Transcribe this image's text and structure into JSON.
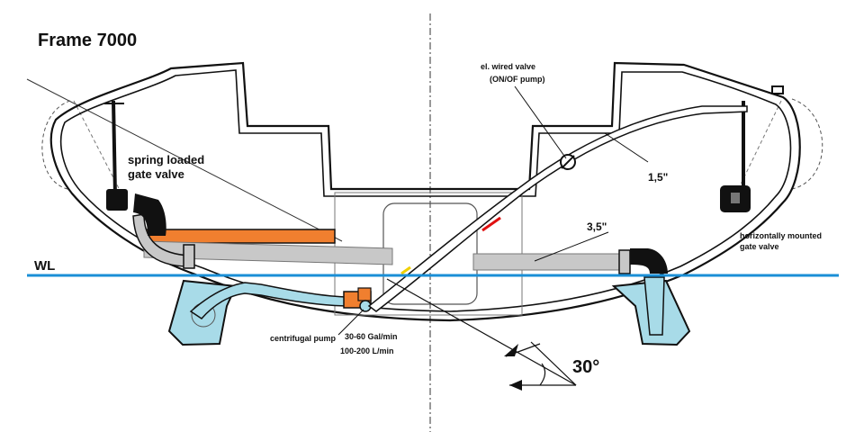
{
  "title": "Frame 7000",
  "labels": {
    "spring_valve_1": "spring loaded",
    "spring_valve_2": "gate valve",
    "el_valve_1": "el. wired valve",
    "el_valve_2": "(ON/OF pump)",
    "pipe_small": "1,5\"",
    "pipe_large": "3,5\"",
    "horiz_valve_1": "horizontally mounted",
    "horiz_valve_2": "gate valve",
    "waterline": "WL",
    "pump": "centrifugal pump",
    "flow_gal": "30-60  Gal/min",
    "flow_l": "100-200  L/min",
    "heel_angle": "30°"
  },
  "colors": {
    "hull": "#111111",
    "water": "#1a8fd6",
    "float_fill": "#a8dbe8",
    "pipe_orange": "#f07f2f",
    "pipe_grey": "#c8c8c8",
    "pipe_blue": "#a8dbe8",
    "valve_black": "#111111"
  }
}
